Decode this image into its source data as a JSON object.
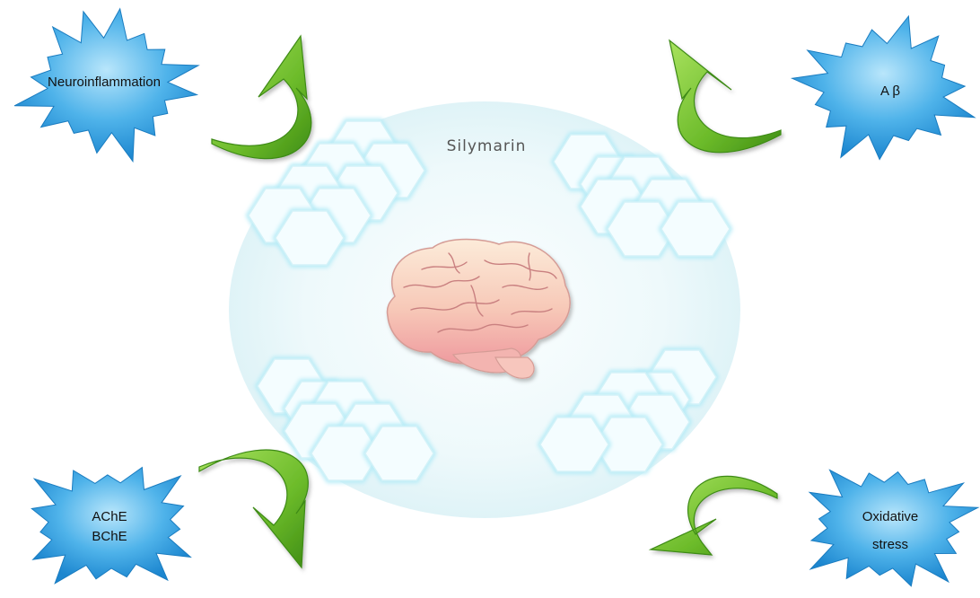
{
  "center": {
    "title": "Silymarin",
    "image_subject": "brain"
  },
  "targets": {
    "top_left": {
      "lines": [
        "Neuroinflammation"
      ]
    },
    "top_right": {
      "lines": [
        "A β"
      ]
    },
    "bottom_left": {
      "lines": [
        "AChE",
        "BChE"
      ]
    },
    "bottom_right": {
      "lines": [
        "Oxidative",
        "stress"
      ]
    }
  },
  "colors": {
    "burst_light": "#8fd3f7",
    "burst_dark": "#1f8fd6",
    "arrow_light": "#8fd64a",
    "arrow_dark": "#3d8a14",
    "circle": "#e4f6f9",
    "hexagon_fill": "#f1fcfe",
    "hexagon_stroke": "#c8eef6",
    "brain_light": "#fbe3d2",
    "brain_dark": "#f0a4a4",
    "brain_lines": "#c98080"
  },
  "icons": [
    "burst-shape",
    "curved-arrow",
    "hexagon",
    "brain-illustration"
  ]
}
